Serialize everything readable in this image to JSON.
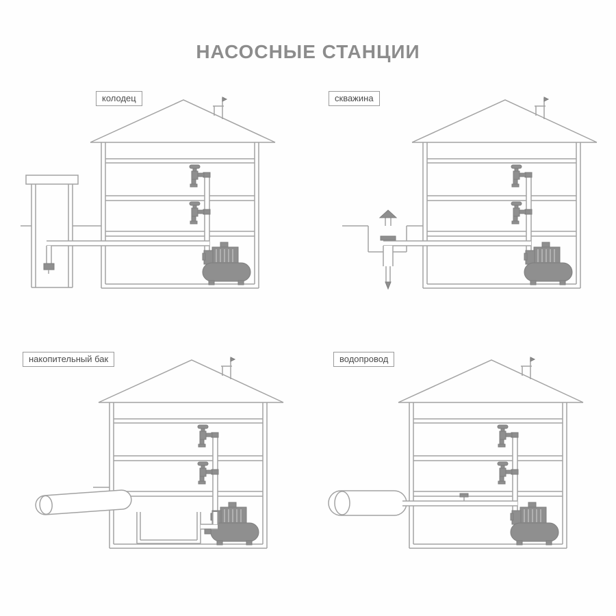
{
  "title": "НАСОСНЫЕ СТАНЦИИ",
  "panels": [
    {
      "id": "well",
      "label": "колодец"
    },
    {
      "id": "borehole",
      "label": "скважина"
    },
    {
      "id": "storage_tank",
      "label": "накопительный бак"
    },
    {
      "id": "water_main",
      "label": "водопровод"
    }
  ],
  "colors": {
    "line": "#a2a2a2",
    "equipment_fill": "#8f8f8f",
    "title_text": "#8c8c8c",
    "label_text": "#4a4a4a",
    "background": "#ffffff"
  },
  "icons": {
    "house": "house-outline-icon",
    "faucet": "faucet-icon",
    "pump": "pump-station-icon",
    "well": "well-shaft-icon",
    "borehole": "borehole-casing-icon",
    "vent": "vent-cap-icon",
    "storage_tank": "storage-tank-icon",
    "water_main": "water-main-pipe-icon"
  }
}
